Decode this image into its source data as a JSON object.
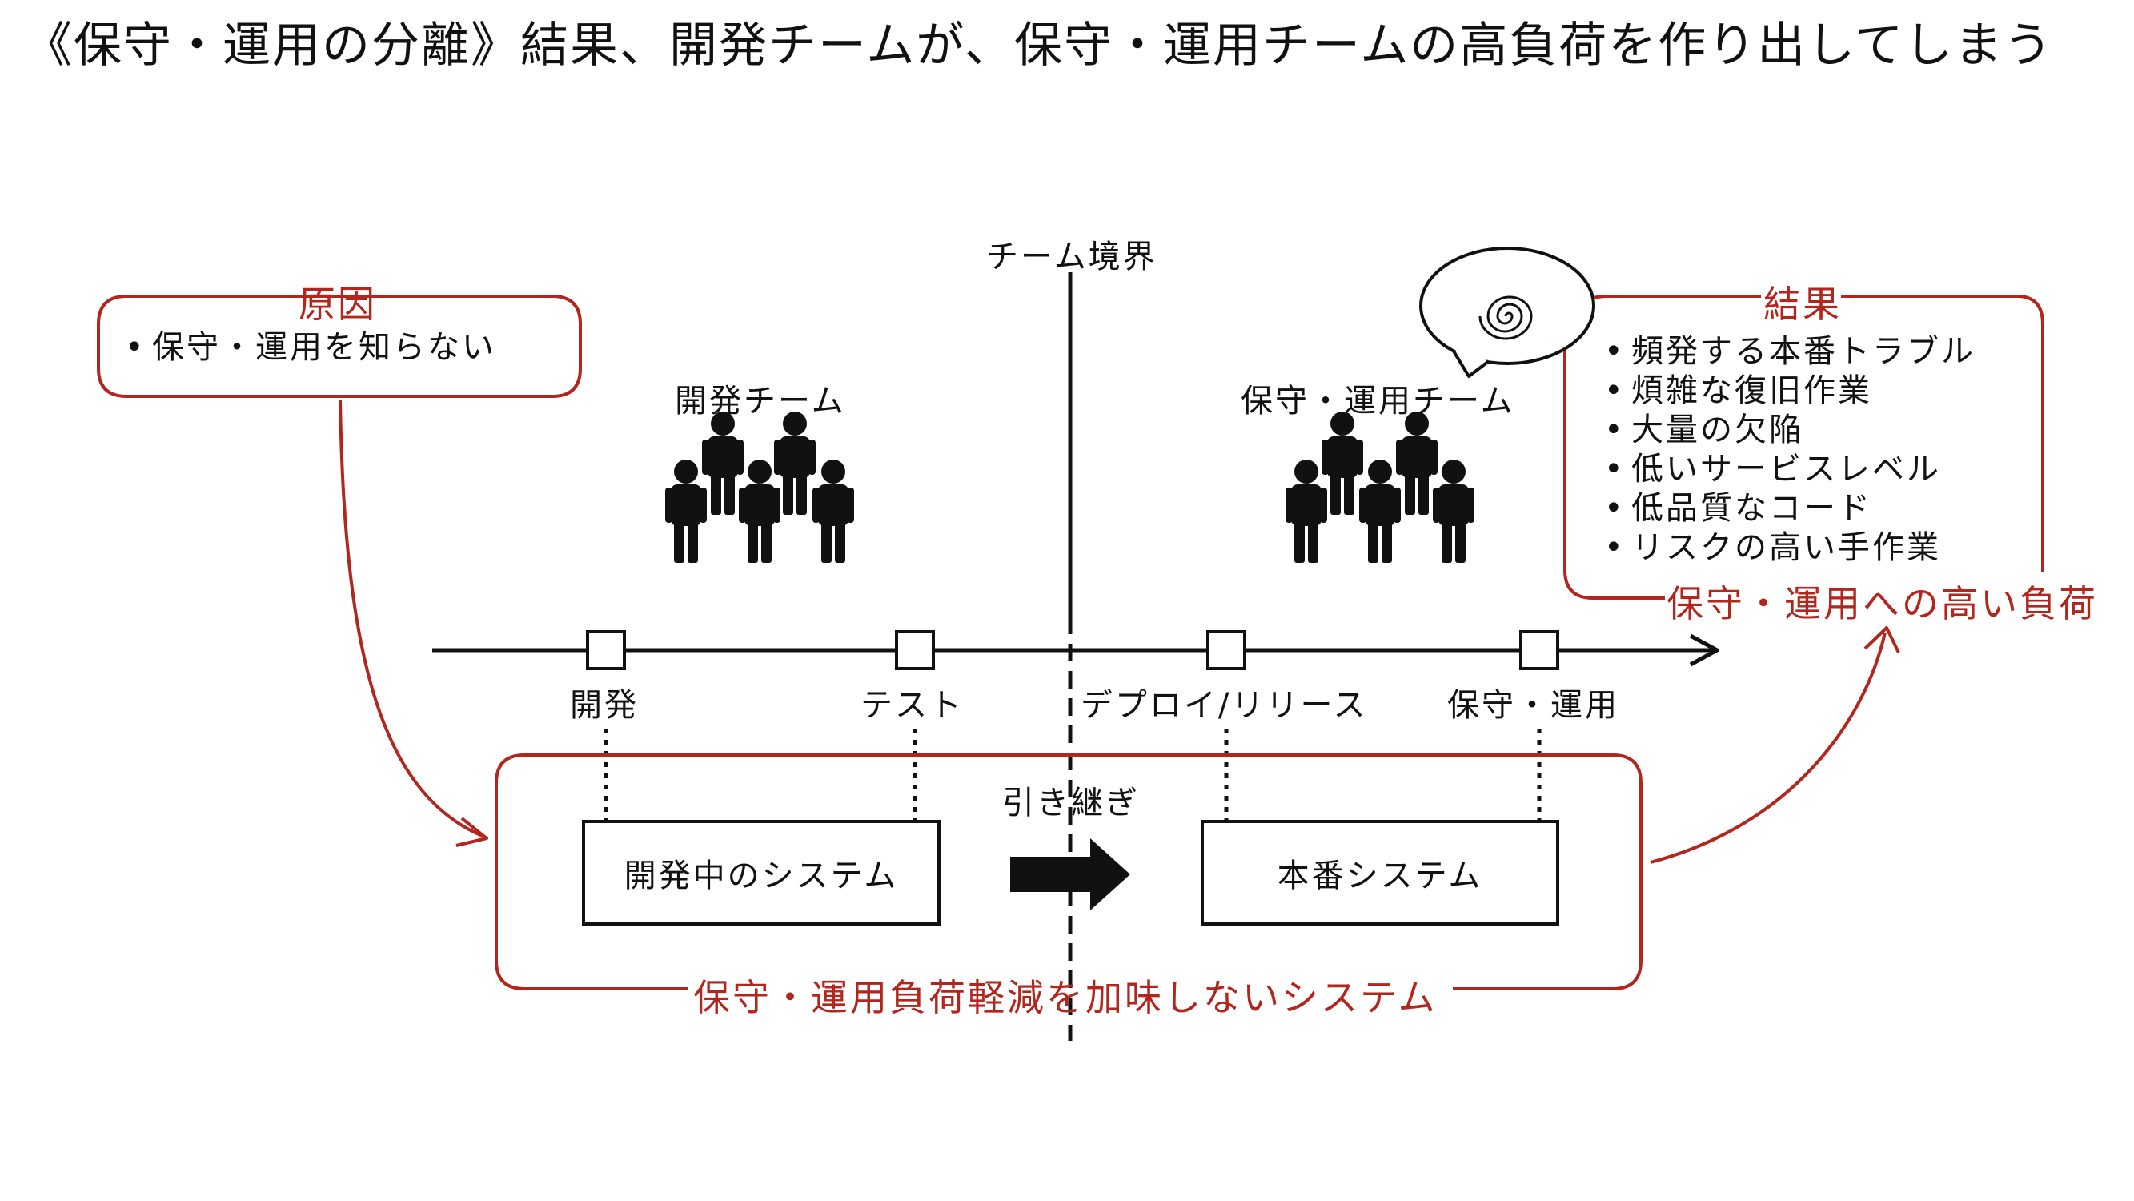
{
  "title": "《保守・運用の分離》結果、開発チームが、保守・運用チームの高負荷を作り出してしまう",
  "team_boundary_label": "チーム境界",
  "cause": {
    "heading": "原因",
    "items": [
      "保守・運用を知らない"
    ]
  },
  "result": {
    "heading": "結果",
    "items": [
      "頻発する本番トラブル",
      "煩雑な復旧作業",
      "大量の欠陥",
      "低いサービスレベル",
      "低品質なコード",
      "リスクの高い手作業"
    ],
    "conclusion": "保守・運用への高い負荷"
  },
  "teams": {
    "dev": "開発チーム",
    "ops": "保守・運用チーム"
  },
  "timeline": {
    "stages": [
      "開発",
      "テスト",
      "デプロイ/リリース",
      "保守・運用"
    ]
  },
  "handoff_label": "引き継ぎ",
  "systems": {
    "dev_system": "開発中のシステム",
    "prod_system": "本番システム"
  },
  "system_group_label": "保守・運用負荷軽減を加味しないシステム",
  "colors": {
    "accent": "#b3261e",
    "ink": "#111111"
  },
  "icons": [
    "person-icon",
    "speech-bubble-icon",
    "spiral-icon",
    "arrow-icon"
  ]
}
